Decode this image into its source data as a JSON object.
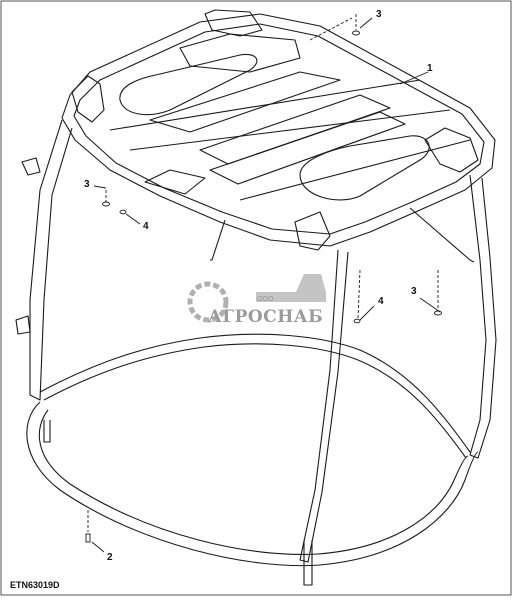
{
  "figure": {
    "code": "ETN63019D",
    "watermark_small": "ООО",
    "watermark_text": "АГРОСНАБ"
  },
  "callouts": [
    {
      "id": "c1",
      "label": "1"
    },
    {
      "id": "c2",
      "label": "2"
    },
    {
      "id": "c3a",
      "label": "3"
    },
    {
      "id": "c3b",
      "label": "3"
    },
    {
      "id": "c3c",
      "label": "3"
    },
    {
      "id": "c4a",
      "label": "4"
    },
    {
      "id": "c4b",
      "label": "4"
    }
  ],
  "colors": {
    "line": "#1a1a1a",
    "watermark": "#9a9a9a",
    "frame_border": "#555555"
  }
}
